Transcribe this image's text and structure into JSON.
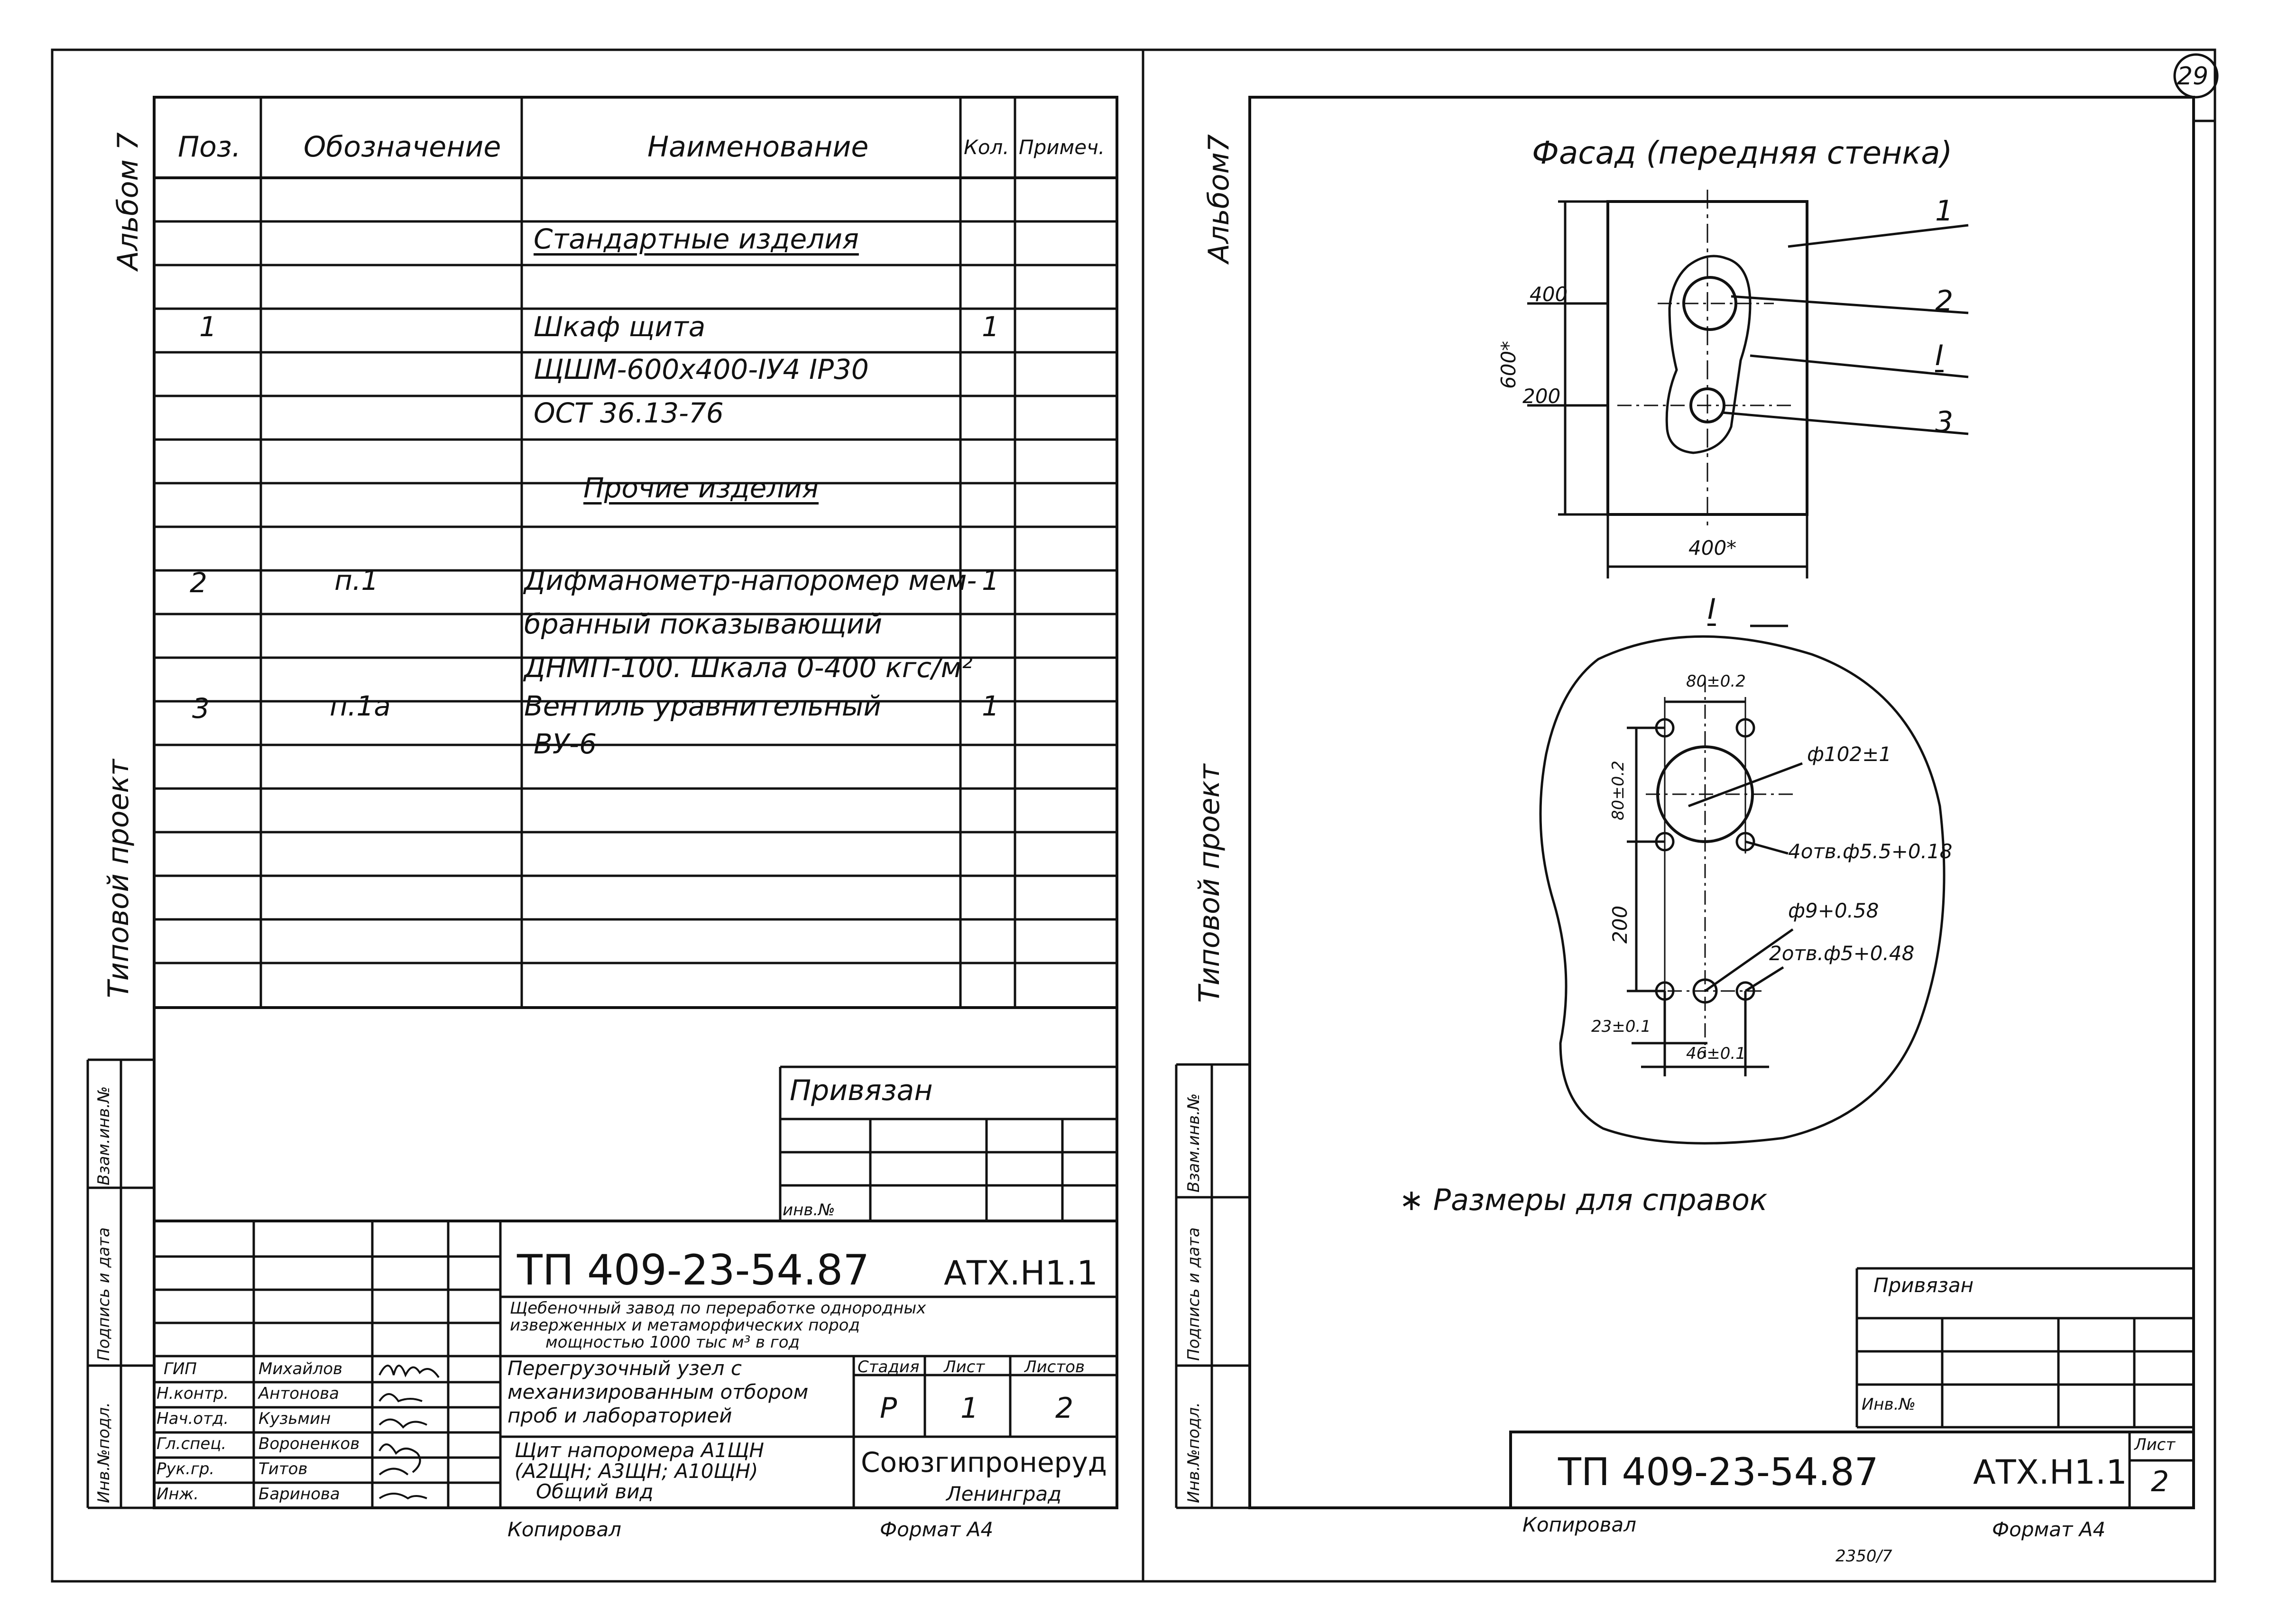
{
  "sheet_number": "29",
  "left": {
    "margin_labels": {
      "album": "Альбом 7",
      "typical_project": "Типовой проект",
      "inv_original": "Инв.№подл.",
      "signature_date": "Подпись и дата",
      "replace_inv": "Взам.инв.№"
    },
    "spec_headers": {
      "pos": "Поз.",
      "designation": "Обозначение",
      "name": "Наименование",
      "qty": "Кол.",
      "note": "Примеч."
    },
    "spec_rows": {
      "section_standard": "Стандартные изделия",
      "r1_pos": "1",
      "r1_name_1": "Шкаф щита",
      "r1_name_2": "ЩШМ-600х400-IУ4 IP30",
      "r1_name_3": "ОСТ 36.13-76",
      "r1_qty": "1",
      "section_other": "Прочие изделия",
      "r2_pos": "2",
      "r2_designation": "п.1",
      "r2_name_1": "Дифманометр-напоромер мем-",
      "r2_name_2": "бранный показывающий",
      "r2_name_3": "ДНМП-100. Шкала 0-400 кгс/м²",
      "r2_qty": "1",
      "r3_pos": "3",
      "r3_designation": "п.1а",
      "r3_name_1": "Вентиль уравнительный",
      "r3_name_2": "ВУ-6",
      "r3_qty": "1"
    },
    "binding": {
      "title": "Привязан",
      "inv_label": "инв.№"
    },
    "title_block": {
      "code": "ТП 409-23-54.87",
      "mark": "АТХ.Н1.1",
      "plant_1": "Щебеночный завод по переработке однородных",
      "plant_2": "изверженных и метаморфических пород",
      "plant_3": "мощностью 1000 тыс м³ в год",
      "object_1": "Перегрузочный узел с",
      "object_2": "механизированным отбором",
      "object_3": "проб и лабораторией",
      "doc_1": "Щит напоромера А1ЩН",
      "doc_2": "(А2ЩН; А3ЩН; А10ЩН)",
      "doc_3": "Общий вид",
      "stage_label": "Стадия",
      "sheet_label": "Лист",
      "sheets_label": "Листов",
      "stage": "Р",
      "sheet": "1",
      "sheets": "2",
      "org": "Союзгипронеруд",
      "city": "Ленинград",
      "roles": [
        "ГИП",
        "Н.контр.",
        "Нач.отд.",
        "Гл.спец.",
        "Рук.гр.",
        "Инж."
      ],
      "names": [
        "Михайлов",
        "Антонова",
        "Кузьмин",
        "Вороненков",
        "Титов",
        "Баринова"
      ]
    },
    "footer": {
      "copied": "Копировал",
      "format": "Формат А4"
    }
  },
  "right": {
    "margin_labels": {
      "album": "Альбом7",
      "typical_project": "Типовой проект",
      "inv_original": "Инв.№подл.",
      "signature_date": "Подпись и дата",
      "replace_inv": "Взам.инв.№"
    },
    "facade_title": "Фасад (передняя стенка)",
    "leaders": [
      "1",
      "2",
      "I",
      "3"
    ],
    "dims": {
      "height": "600*",
      "d400": "400",
      "d200": "200",
      "width": "400*"
    },
    "detail_label": "I",
    "detail_dims": {
      "d80x": "80±0.2",
      "d80y": "80±0.2",
      "d102": "ф102±1",
      "holes4": "4отв.ф5.5+0.18",
      "d200": "200",
      "d9": "ф9+0.58",
      "holes2": "2отв.ф5+0.48",
      "d23": "23±0.1",
      "d46": "46±0.1"
    },
    "note": "∗ Размеры для справок",
    "binding": {
      "title": "Привязан",
      "inv_label": "Инв.№"
    },
    "title_block": {
      "code": "ТП 409-23-54.87",
      "mark": "АТХ.Н1.1",
      "sheet_label": "Лист",
      "sheet": "2"
    },
    "footer": {
      "copied": "Копировал",
      "format": "Формат А4",
      "archive": "2350/7"
    }
  }
}
